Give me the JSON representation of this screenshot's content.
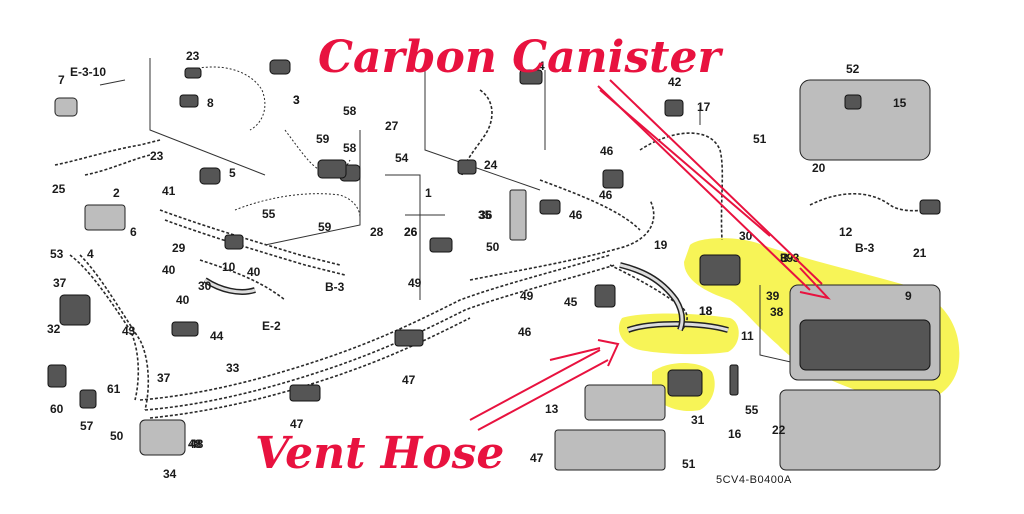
{
  "callouts": {
    "top": "Carbon Canister",
    "bottom": "Vent Hose"
  },
  "diagram_code": "5CV4-B0400A",
  "section_refs": [
    "E-3-10",
    "B-3",
    "E-2",
    "B-3",
    "B-3"
  ],
  "part_numbers": [
    "7",
    "23",
    "8",
    "3",
    "58",
    "59",
    "58",
    "59",
    "55",
    "25",
    "2",
    "23",
    "5",
    "41",
    "29",
    "40",
    "10",
    "40",
    "30",
    "40",
    "53",
    "4",
    "6",
    "37",
    "32",
    "43",
    "44",
    "33",
    "61",
    "60",
    "37",
    "57",
    "50",
    "34",
    "48",
    "47",
    "54",
    "1",
    "28",
    "26",
    "49",
    "49",
    "27",
    "24",
    "4",
    "36",
    "46",
    "46",
    "50",
    "47",
    "45",
    "42",
    "17",
    "46",
    "19",
    "18",
    "11",
    "13",
    "31",
    "16",
    "55",
    "22",
    "51",
    "47",
    "52",
    "15",
    "51",
    "20",
    "21",
    "12",
    "39",
    "30",
    "9",
    "38",
    "39",
    "46",
    "35",
    "26",
    "18",
    "48",
    "3"
  ]
}
